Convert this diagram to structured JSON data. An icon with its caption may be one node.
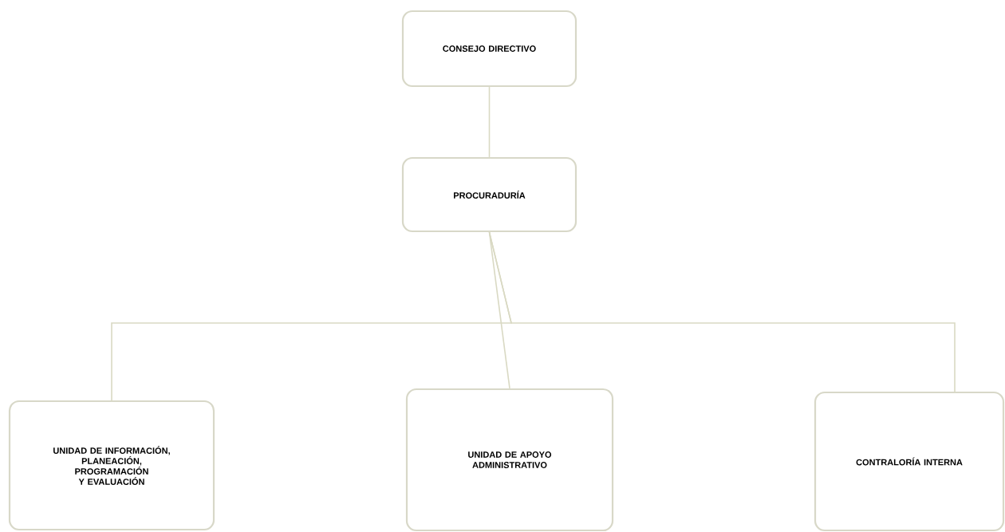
{
  "diagram": {
    "nodes": [
      {
        "text": [
          "CONSEJO DIRECTIVO"
        ]
      },
      {
        "text": [
          "PROCURADURÍA"
        ]
      },
      {
        "text": [
          "UNIDAD DE INFORMACIÓN, PLANEACIÓN, PROGRAMACIÓN Y EVALUACIÓN"
        ]
      },
      {
        "text": [
          "UNIDAD DE APOYO ADMINISTRATIVO"
        ]
      },
      {
        "text": [
          "CONTRALORÍA INTERNA"
        ]
      }
    ],
    "edges": [
      {
        "from": 0,
        "to": 1,
        "arrow": "none"
      },
      {
        "from": 1,
        "to": 2,
        "arrow": "none"
      },
      {
        "from": 1,
        "to": 3,
        "arrow": "none"
      },
      {
        "from": 1,
        "to": 4,
        "arrow": "none"
      }
    ]
  }
}
